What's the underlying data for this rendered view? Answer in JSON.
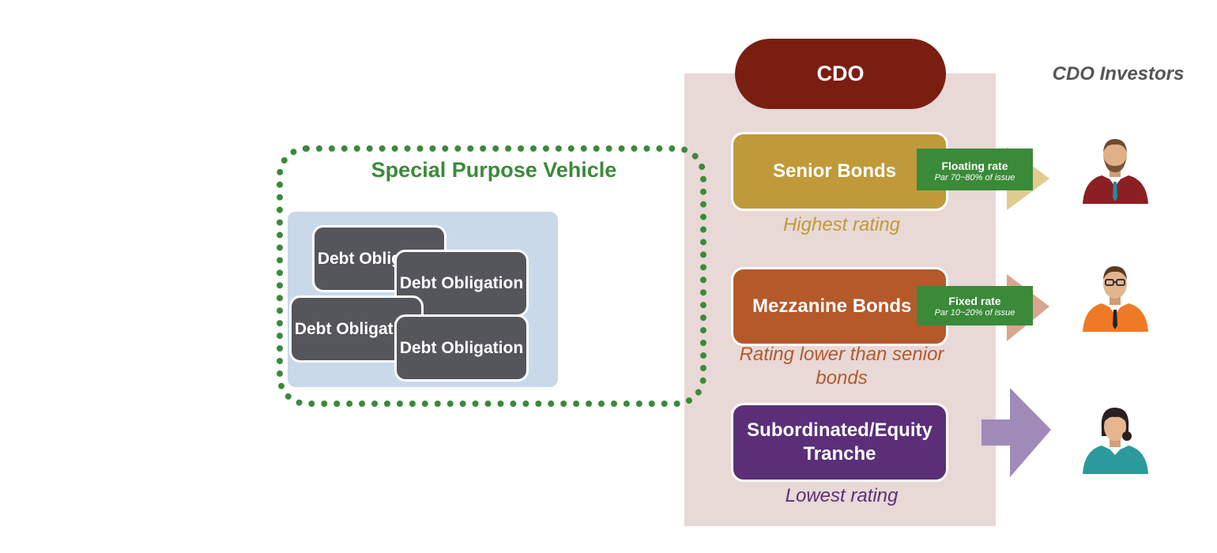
{
  "cdo": {
    "header": "CDO",
    "tranches": [
      {
        "label": "Senior Bonds",
        "rating": "Highest rating"
      },
      {
        "label": "Mezzanine Bonds",
        "rating": "Rating lower than senior bonds"
      },
      {
        "label": "Subordinated/Equity Tranche",
        "rating": "Lowest rating"
      }
    ]
  },
  "badges": [
    {
      "title": "Floating rate",
      "detail": "Par 70~80% of issue"
    },
    {
      "title": "Fixed rate",
      "detail": "Par 10~20% of issue"
    }
  ],
  "investors": {
    "title": "CDO Investors"
  },
  "spv": {
    "title": "Special Purpose Vehicle",
    "obligations": [
      "Debt Obligation",
      "Debt Obligation",
      "Debt Obligation",
      "Debt Obligation"
    ]
  },
  "colors": {
    "cdo_header": "#7a1e12",
    "senior": "#c09a3a",
    "mezzanine": "#b4592a",
    "equity": "#5a2f78",
    "spv_green": "#3a8a3a",
    "debt_box": "#55565b",
    "pool_blue": "#c9d9ea"
  },
  "icons": [
    "investor-man-beard-icon",
    "investor-man-glasses-icon",
    "investor-woman-icon"
  ]
}
